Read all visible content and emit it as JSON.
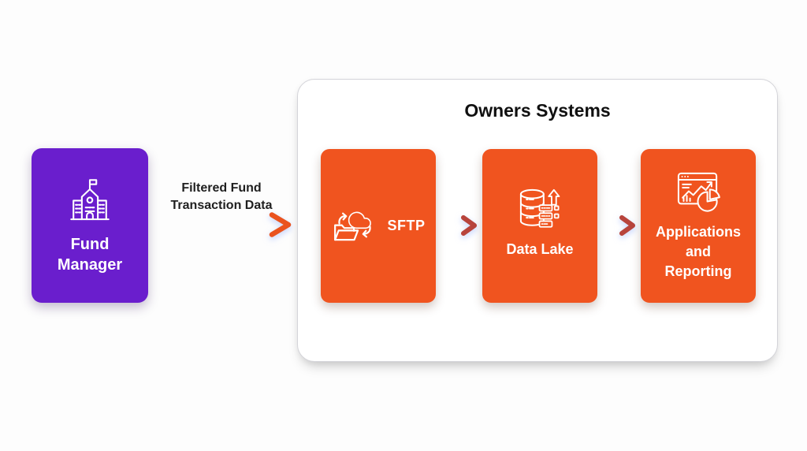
{
  "colors": {
    "background": "#FDFDFD",
    "fund_manager_box": "#6A1ECD",
    "system_box": "#F0541F",
    "box_text": "#FFFFFF",
    "panel_background": "#FFFFFF",
    "panel_border": "#D4D4D9",
    "title_text": "#101010",
    "flow_label_text": "#1F1F1F",
    "arrow_gradient_start": "#6E2ABC",
    "arrow_gradient_end": "#E5521F",
    "connector_head": "#B8443C"
  },
  "fund_manager": {
    "label": "Fund\nManager",
    "icon": "bank-building-icon"
  },
  "flow": {
    "label": "Filtered Fund\nTransaction Data"
  },
  "owners_systems": {
    "title": "Owners Systems",
    "nodes": [
      {
        "label": "SFTP",
        "icon": "cloud-folder-sync-icon"
      },
      {
        "label": "Data Lake",
        "icon": "database-upload-icon"
      },
      {
        "label": "Applications\nand\nReporting",
        "icon": "analytics-dashboard-icon"
      }
    ]
  }
}
